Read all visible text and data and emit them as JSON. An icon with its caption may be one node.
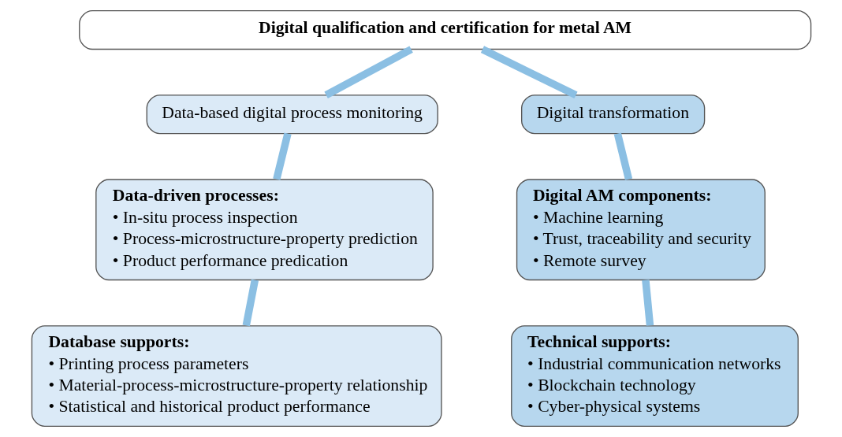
{
  "diagram": {
    "nodes": [
      {
        "text": [
          "Digital qualification and certification for metal AM"
        ]
      },
      {
        "text": [
          "Data-based digital process monitoring"
        ]
      },
      {
        "text": [
          "Digital transformation"
        ]
      },
      {
        "text": [
          "Data-driven processes:",
          "• In-situ process inspection",
          "• Process-microstructure-property prediction",
          "• Product performance predication"
        ]
      },
      {
        "text": [
          "Database supports:",
          "• Printing process parameters",
          "• Material-process-microstructure-property relationship",
          "• Statistical and historical product performance"
        ]
      },
      {
        "text": [
          "Digital AM components:",
          "• Machine learning",
          "• Trust, traceability and security",
          "• Remote survey"
        ]
      },
      {
        "text": [
          "Technical supports:",
          "• Industrial communication networks",
          "• Blockchain technology",
          "• Cyber-physical systems"
        ]
      }
    ],
    "edges": [
      {
        "from": 0,
        "to": 1,
        "arrow": "none"
      },
      {
        "from": 1,
        "to": 3,
        "arrow": "none"
      },
      {
        "from": 3,
        "to": 4,
        "arrow": "none"
      },
      {
        "from": 0,
        "to": 2,
        "arrow": "none"
      },
      {
        "from": 2,
        "to": 5,
        "arrow": "none"
      },
      {
        "from": 5,
        "to": 6,
        "arrow": "none"
      }
    ]
  }
}
